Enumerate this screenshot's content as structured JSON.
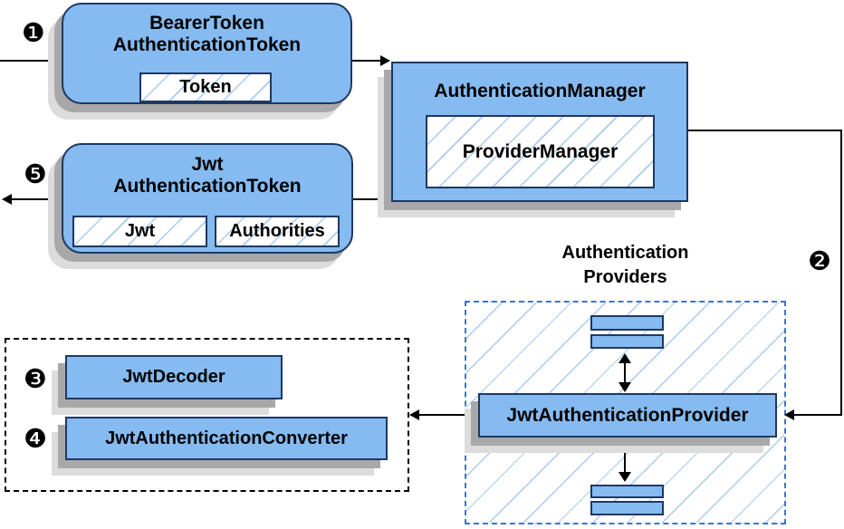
{
  "nodes": {
    "bearer_token": {
      "line1": "BearerToken",
      "line2": "AuthenticationToken",
      "field": "Token"
    },
    "auth_manager": {
      "title": "AuthenticationManager",
      "field": "ProviderManager"
    },
    "jwt_token": {
      "line1": "Jwt",
      "line2": "AuthenticationToken",
      "field_jwt": "Jwt",
      "field_authorities": "Authorities"
    },
    "providers_group": {
      "line1": "Authentication",
      "line2": "Providers"
    },
    "jwt_provider": {
      "title": "JwtAuthenticationProvider"
    },
    "jwt_decoder": {
      "title": "JwtDecoder"
    },
    "jwt_converter": {
      "title": "JwtAuthenticationConverter"
    }
  },
  "badges": {
    "step1": "❶",
    "step2": "❷",
    "step3": "❸",
    "step4": "❹",
    "step5": "❺"
  },
  "colors": {
    "node_fill": "#85BBF0",
    "node_border": "#1F3864",
    "hatch_line": "#A9CBEF",
    "dashed_blue": "#4472C4",
    "dashed_black": "#000000",
    "shadow_dark": "#A8A8A8",
    "shadow_light": "#DCDCDC",
    "arrow": "#000000",
    "text": "#000000"
  }
}
